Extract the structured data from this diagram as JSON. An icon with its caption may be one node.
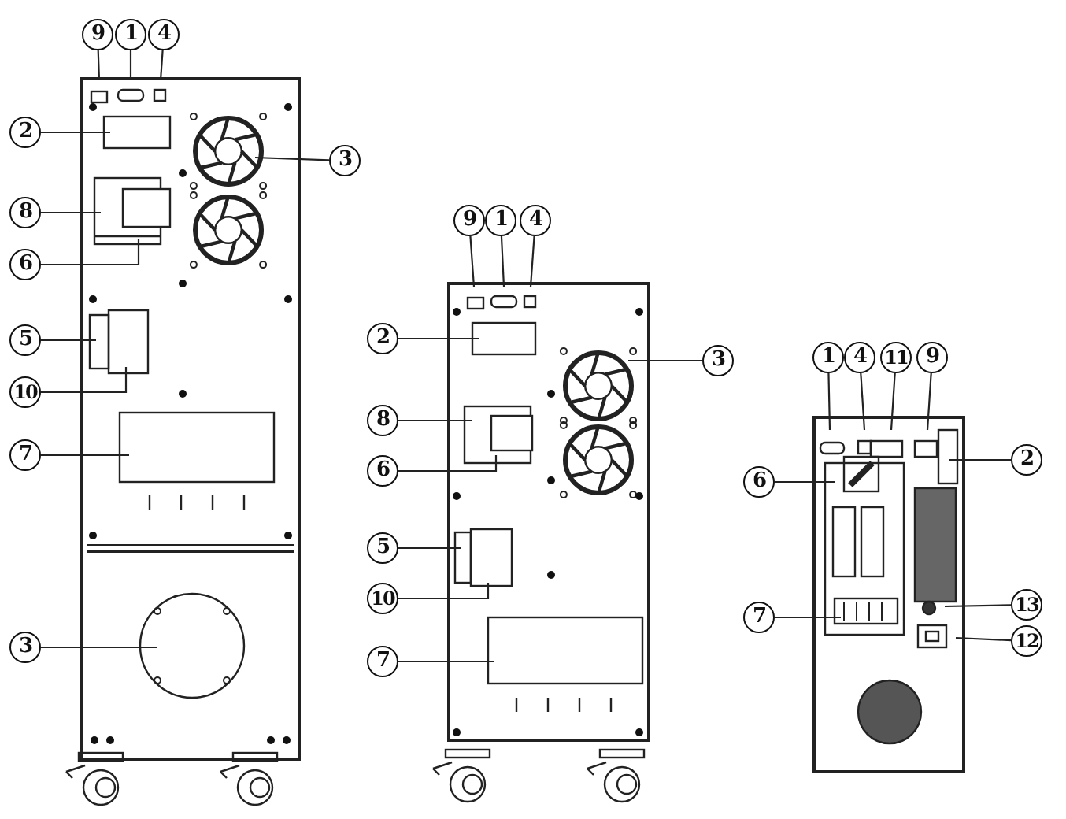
{
  "diagram": {
    "nodes": [
      {
        "text": [
          "9"
        ]
      },
      {
        "text": [
          "1"
        ]
      },
      {
        "text": [
          "4"
        ]
      },
      {
        "text": [
          "2"
        ]
      },
      {
        "text": [
          "3"
        ]
      },
      {
        "text": [
          "8"
        ]
      },
      {
        "text": [
          "6"
        ]
      },
      {
        "text": [
          "5"
        ]
      },
      {
        "text": [
          "10"
        ]
      },
      {
        "text": [
          "7"
        ]
      },
      {
        "text": [
          "3"
        ]
      },
      {
        "text": [
          "9"
        ]
      },
      {
        "text": [
          "1"
        ]
      },
      {
        "text": [
          "4"
        ]
      },
      {
        "text": [
          "2"
        ]
      },
      {
        "text": [
          "3"
        ]
      },
      {
        "text": [
          "8"
        ]
      },
      {
        "text": [
          "6"
        ]
      },
      {
        "text": [
          "5"
        ]
      },
      {
        "text": [
          "10"
        ]
      },
      {
        "text": [
          "7"
        ]
      },
      {
        "text": [
          "1"
        ]
      },
      {
        "text": [
          "4"
        ]
      },
      {
        "text": [
          "11"
        ]
      },
      {
        "text": [
          "9"
        ]
      },
      {
        "text": [
          "2"
        ]
      },
      {
        "text": [
          "6"
        ]
      },
      {
        "text": [
          "7"
        ]
      },
      {
        "text": [
          "13"
        ]
      },
      {
        "text": [
          "12"
        ]
      }
    ],
    "edges": [
      {
        "from": 0,
        "to": null,
        "arrow": "none"
      },
      {
        "from": 1,
        "to": null,
        "arrow": "none"
      },
      {
        "from": 2,
        "to": null,
        "arrow": "none"
      },
      {
        "from": 3,
        "to": null,
        "arrow": "none"
      },
      {
        "from": 4,
        "to": null,
        "arrow": "none"
      },
      {
        "from": 5,
        "to": null,
        "arrow": "none"
      },
      {
        "from": 6,
        "to": null,
        "arrow": "none"
      },
      {
        "from": 7,
        "to": null,
        "arrow": "none"
      },
      {
        "from": 8,
        "to": null,
        "arrow": "none"
      },
      {
        "from": 9,
        "to": null,
        "arrow": "none"
      },
      {
        "from": 10,
        "to": null,
        "arrow": "none"
      },
      {
        "from": 11,
        "to": null,
        "arrow": "none"
      },
      {
        "from": 12,
        "to": null,
        "arrow": "none"
      },
      {
        "from": 13,
        "to": null,
        "arrow": "none"
      },
      {
        "from": 14,
        "to": null,
        "arrow": "none"
      },
      {
        "from": 15,
        "to": null,
        "arrow": "none"
      },
      {
        "from": 16,
        "to": null,
        "arrow": "none"
      },
      {
        "from": 17,
        "to": null,
        "arrow": "none"
      },
      {
        "from": 18,
        "to": null,
        "arrow": "none"
      },
      {
        "from": 19,
        "to": null,
        "arrow": "none"
      },
      {
        "from": 20,
        "to": null,
        "arrow": "none"
      },
      {
        "from": 21,
        "to": null,
        "arrow": "none"
      },
      {
        "from": 22,
        "to": null,
        "arrow": "none"
      },
      {
        "from": 23,
        "to": null,
        "arrow": "none"
      },
      {
        "from": 24,
        "to": null,
        "arrow": "none"
      },
      {
        "from": 25,
        "to": null,
        "arrow": "none"
      },
      {
        "from": 26,
        "to": null,
        "arrow": "none"
      },
      {
        "from": 27,
        "to": null,
        "arrow": "none"
      },
      {
        "from": 28,
        "to": null,
        "arrow": "none"
      },
      {
        "from": 29,
        "to": null,
        "arrow": "none"
      }
    ]
  }
}
